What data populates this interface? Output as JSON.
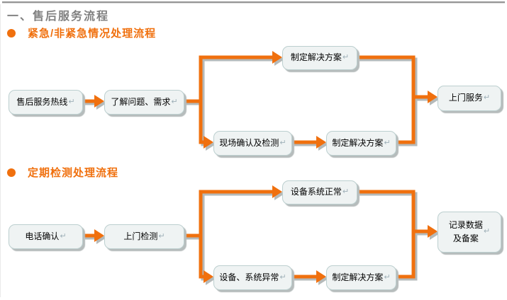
{
  "page": {
    "title": "一、售后服务流程"
  },
  "ui": {
    "return_mark": "↵"
  },
  "colors": {
    "accent_orange": "#f0700e",
    "connector_shadow": "#b5baba",
    "node_fill": "#eff3f3",
    "node_border": "#bccfcf",
    "title_gray": "#808080"
  },
  "flows": [
    {
      "title": "紧急/非紧急情况处理流程",
      "nodes": {
        "start": "售后服务热线",
        "assess": "了解问题、需求",
        "plan_top": "制定解决方案",
        "onsite": "现场确认及检测",
        "plan_bottom": "制定解决方案",
        "end": "上门服务"
      }
    },
    {
      "title": "定期检测处理流程",
      "nodes": {
        "start": "电话确认",
        "assess": "上门检测",
        "plan_top": "设备系统正常",
        "onsite": "设备、系统异常",
        "plan_bottom": "制定解决方案",
        "end": "记录数据\n及备案"
      }
    }
  ]
}
